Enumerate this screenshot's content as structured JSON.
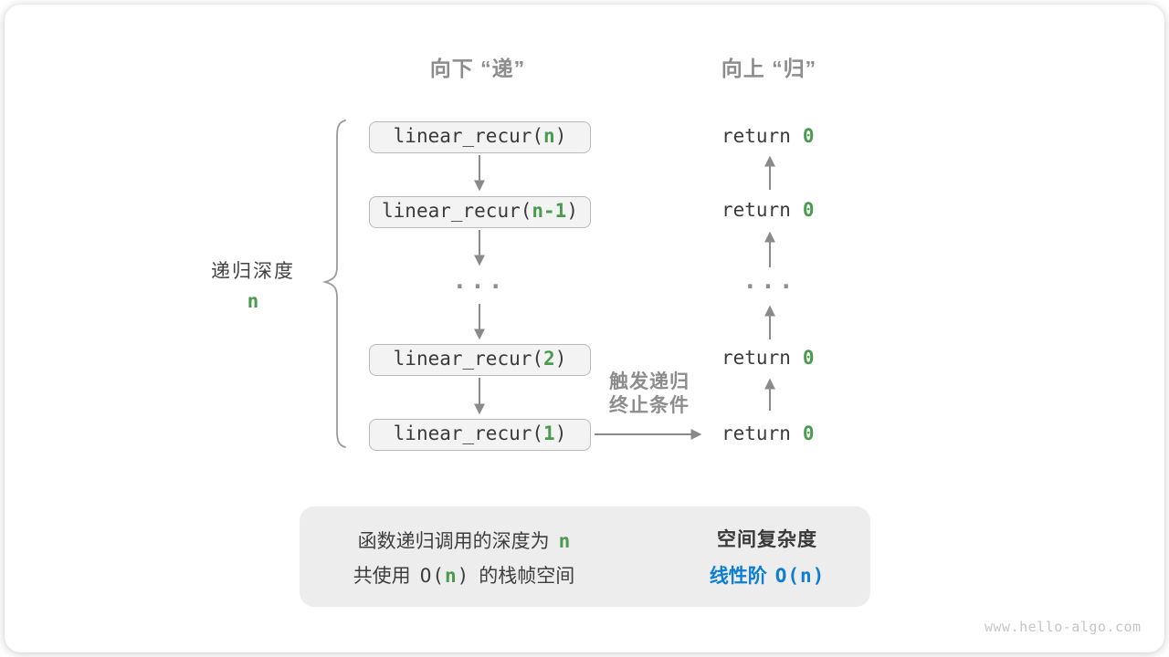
{
  "figure": {
    "headers": {
      "down": "向下 “递”",
      "up": "向上 “归”"
    },
    "depth_label": {
      "text": "递归深度",
      "value": "n"
    },
    "call_stack": {
      "ellipsis": "...",
      "boxes": [
        {
          "prefix": "linear_recur(",
          "arg": "n",
          "suffix": ")"
        },
        {
          "prefix": "linear_recur(",
          "arg": "n-1",
          "suffix": ")"
        },
        {
          "prefix": "linear_recur(",
          "arg": "2",
          "suffix": ")"
        },
        {
          "prefix": "linear_recur(",
          "arg": "1",
          "suffix": ")"
        }
      ]
    },
    "returns": {
      "ellipsis": "...",
      "items": [
        {
          "keyword": "return",
          "value": "0"
        },
        {
          "keyword": "return",
          "value": "0"
        },
        {
          "keyword": "return",
          "value": "0"
        },
        {
          "keyword": "return",
          "value": "0"
        }
      ]
    },
    "base_case_label": {
      "line1": "触发递归",
      "line2": "终止条件"
    },
    "summary": {
      "line1": {
        "text": "函数递归调用的深度为",
        "value": "n"
      },
      "line2": {
        "prefix": "共使用",
        "code_open": "O(",
        "code_value": "n",
        "code_close": ")",
        "suffix": "的栈帧空间"
      },
      "result": {
        "title": "空间复杂度",
        "label": "线性阶",
        "code": "O(n)"
      }
    },
    "watermark": "www.hello-algo.com"
  },
  "colors": {
    "green_accent": "#4b9b4f",
    "blue_accent": "#0d7ed2",
    "label_gray": "#8c8c8c",
    "code_text": "#3b3b3b",
    "arrow_gray": "#8a8a8a",
    "box_background": "#f3f3f3",
    "box_border": "#b9b9b9",
    "summary_background": "#ecedec"
  }
}
